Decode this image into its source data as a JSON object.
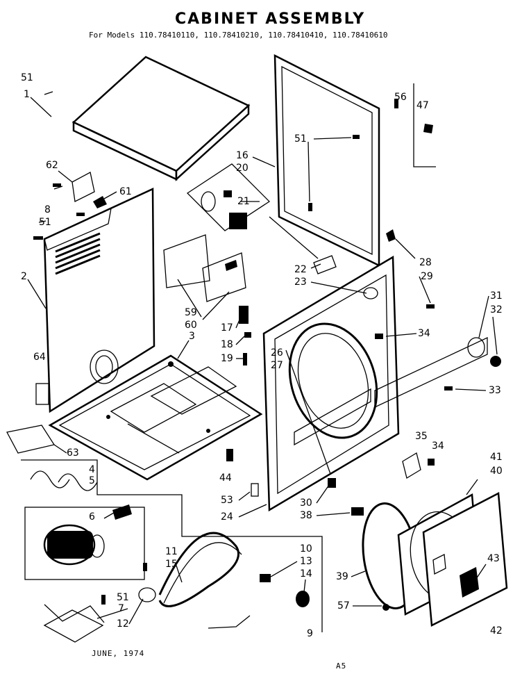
{
  "title": "CABINET ASSEMBLY",
  "subtitle": "For Models 110.78410110, 110.78410210, 110.78410410, 110.78410610",
  "footer_date": "JUNE, 1974",
  "footer_mark": "A5",
  "callouts": {
    "c51a": "51",
    "c1": "1",
    "c62": "62",
    "c61": "61",
    "c8": "8",
    "c51b": "51",
    "c2": "2",
    "c64": "64",
    "c63": "63",
    "c16": "16",
    "c20": "20",
    "c21": "21",
    "c51c": "51",
    "c56": "56",
    "c47": "47",
    "c28": "28",
    "c29": "29",
    "c22": "22",
    "c23": "23",
    "c59": "59",
    "c60": "60",
    "c17": "17",
    "c18": "18",
    "c19": "19",
    "c3": "3",
    "c26": "26",
    "c27": "27",
    "c34a": "34",
    "c31": "31",
    "c32": "32",
    "c33": "33",
    "c44": "44",
    "c53": "53",
    "c24": "24",
    "c30": "30",
    "c38": "38",
    "c35": "35",
    "c34b": "34",
    "c41": "41",
    "c40": "40",
    "c4": "4",
    "c5": "5",
    "c6": "6",
    "c11": "11",
    "c15": "15",
    "c10": "10",
    "c13": "13",
    "c14": "14",
    "c51d": "51",
    "c7": "7",
    "c12": "12",
    "c9": "9",
    "c39": "39",
    "c43": "43",
    "c57": "57",
    "c42": "42"
  }
}
